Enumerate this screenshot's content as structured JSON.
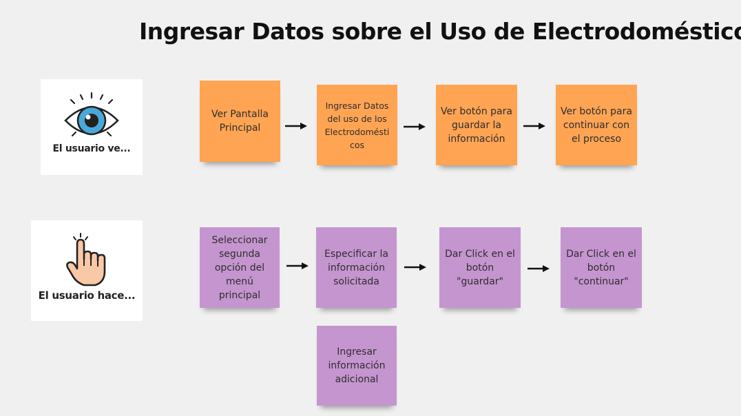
{
  "title": "Ingresar Datos sobre el Uso de Electrodomésticos",
  "colors": {
    "orange": "#fea453",
    "purple": "#c595cf",
    "background": "#f0f0f0"
  },
  "actors": {
    "sees": {
      "label": "El usuario ve...",
      "icon": "eye-icon"
    },
    "does": {
      "label": "El usuario hace...",
      "icon": "pointing-hand-icon"
    }
  },
  "sees_notes": [
    "Ver Pantalla Principal",
    "Ingresar Datos del uso de los Electrodomésti cos",
    "Ver botón para guardar la información",
    "Ver botón para continuar con el proceso"
  ],
  "does_notes": [
    "Seleccionar segunda opción del menú principal",
    "Especificar la información solicitada",
    "Dar Click en el botón \"guardar\"",
    "Dar Click en el botón \"continuar\"",
    "Ingresar información adicional"
  ]
}
